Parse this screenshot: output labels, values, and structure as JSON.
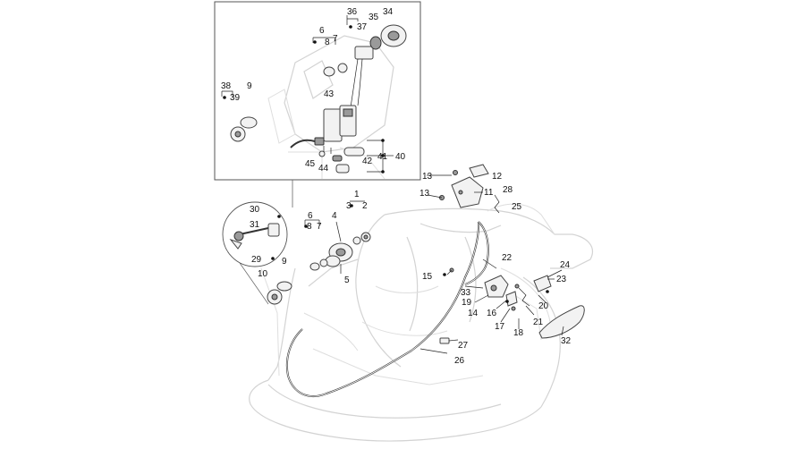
{
  "labels": {
    "l1": "1",
    "l2": "2",
    "l3": "3",
    "l4": "4",
    "l5": "5",
    "l6a": "6",
    "l7a": "7",
    "l8a": "8",
    "l6b": "6",
    "l7b": "7",
    "l8b": "8",
    "l9a": "9",
    "l9b": "9",
    "l10": "10",
    "l11": "11",
    "l12": "12",
    "l13a": "13",
    "l13b": "13",
    "l14": "14",
    "l15": "15",
    "l16": "16",
    "l17": "17",
    "l18": "18",
    "l19": "19",
    "l20": "20",
    "l21": "21",
    "l22": "22",
    "l23": "23",
    "l24": "24",
    "l25": "25",
    "l26": "26",
    "l27": "27",
    "l28": "28",
    "l29": "29",
    "l30": "30",
    "l31": "31",
    "l32": "32",
    "l33": "33",
    "l34": "34",
    "l35": "35",
    "l36": "36",
    "l37": "37",
    "l38": "38",
    "l39": "39",
    "l40": "40",
    "l41": "41",
    "l42": "42",
    "l43": "43",
    "l44": "44",
    "l45": "45"
  }
}
